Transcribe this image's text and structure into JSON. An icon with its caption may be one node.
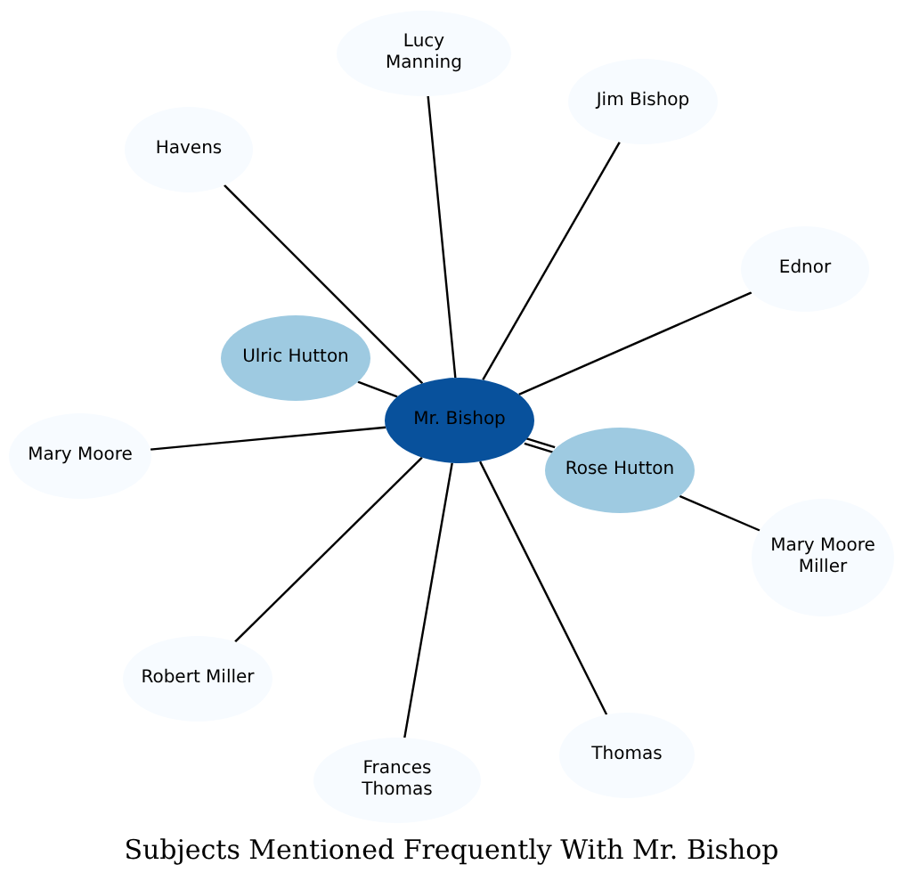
{
  "diagram": {
    "caption": "Subjects Mentioned Frequently With Mr. Bishop",
    "nodes": [
      {
        "text": [
          "Mr. Bishop"
        ]
      },
      {
        "text": [
          "Lucy Manning"
        ]
      },
      {
        "text": [
          "Jim Bishop"
        ]
      },
      {
        "text": [
          "Havens"
        ]
      },
      {
        "text": [
          "Ednor"
        ]
      },
      {
        "text": [
          "Ulric Hutton"
        ]
      },
      {
        "text": [
          "Mary Moore"
        ]
      },
      {
        "text": [
          "Rose Hutton"
        ]
      },
      {
        "text": [
          "Mary Moore Miller"
        ]
      },
      {
        "text": [
          "Robert Miller"
        ]
      },
      {
        "text": [
          "Thomas"
        ]
      },
      {
        "text": [
          "Frances Thomas"
        ]
      }
    ],
    "edges": [
      {
        "from": 0,
        "to": 1,
        "arrow": "none"
      },
      {
        "from": 0,
        "to": 2,
        "arrow": "none"
      },
      {
        "from": 0,
        "to": 3,
        "arrow": "none"
      },
      {
        "from": 0,
        "to": 4,
        "arrow": "none"
      },
      {
        "from": 0,
        "to": 5,
        "arrow": "none"
      },
      {
        "from": 0,
        "to": 6,
        "arrow": "none"
      },
      {
        "from": 0,
        "to": 7,
        "arrow": "none"
      },
      {
        "from": 7,
        "to": 0,
        "arrow": "none"
      },
      {
        "from": 7,
        "to": 8,
        "arrow": "none"
      },
      {
        "from": 0,
        "to": 9,
        "arrow": "none"
      },
      {
        "from": 0,
        "to": 10,
        "arrow": "none"
      },
      {
        "from": 0,
        "to": 11,
        "arrow": "none"
      }
    ]
  }
}
